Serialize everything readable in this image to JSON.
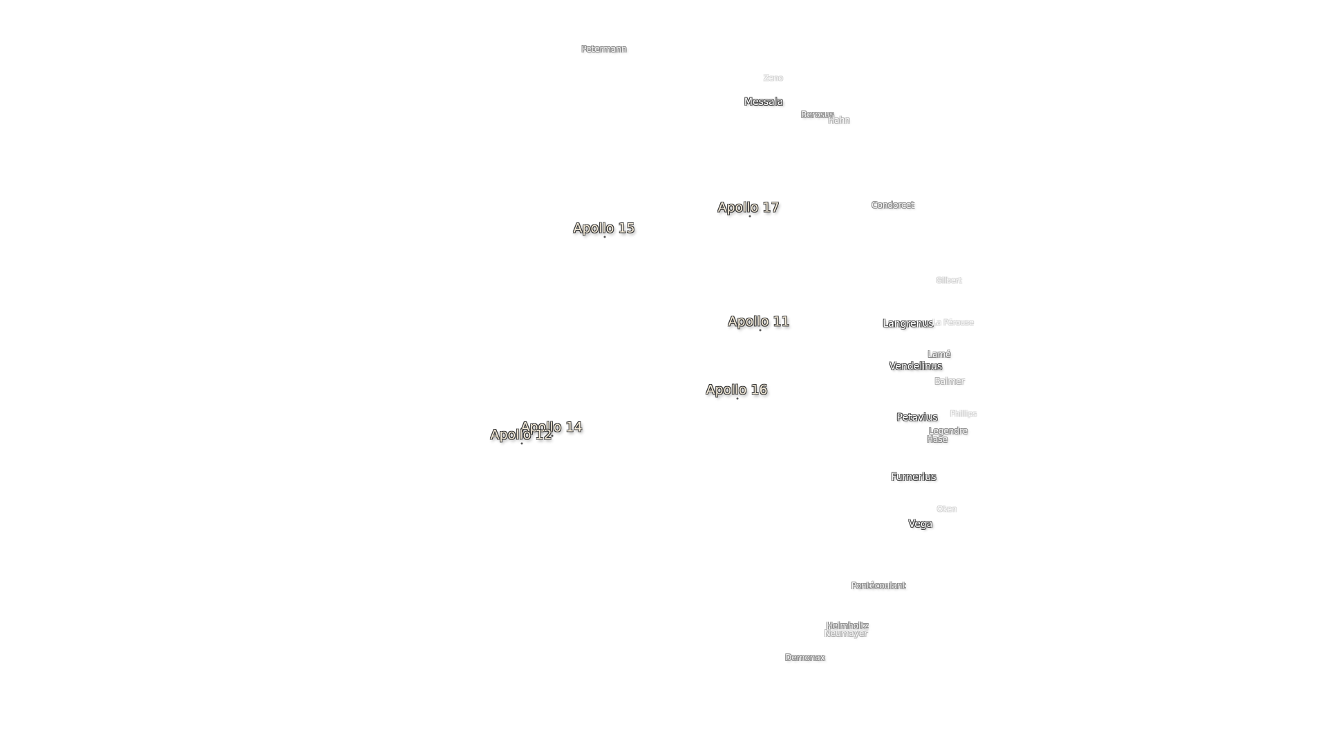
{
  "sites": [
    {
      "key": "apollo-17",
      "name": "Apollo 17"
    },
    {
      "key": "apollo-15",
      "name": "Apollo 15"
    },
    {
      "key": "apollo-11",
      "name": "Apollo 11"
    },
    {
      "key": "apollo-16",
      "name": "Apollo 16"
    },
    {
      "key": "apollo-14",
      "name": "Apollo 14"
    },
    {
      "key": "apollo-12",
      "name": "Apollo 12"
    }
  ],
  "craters": [
    {
      "key": "petermann",
      "name": "Petermann"
    },
    {
      "key": "zeno",
      "name": "Zeno"
    },
    {
      "key": "messala",
      "name": "Messala"
    },
    {
      "key": "berosus",
      "name": "Berosus"
    },
    {
      "key": "hahn",
      "name": "Hahn"
    },
    {
      "key": "condorcet",
      "name": "Condorcet"
    },
    {
      "key": "gilbert",
      "name": "Gilbert"
    },
    {
      "key": "langrenus",
      "name": "Langrenus"
    },
    {
      "key": "la-perouse",
      "name": "La Pérouse"
    },
    {
      "key": "lame",
      "name": "Lamé"
    },
    {
      "key": "vendelinus",
      "name": "Vendelinus"
    },
    {
      "key": "balmer",
      "name": "Balmer"
    },
    {
      "key": "petavius",
      "name": "Petavius"
    },
    {
      "key": "phillips",
      "name": "Phillips"
    },
    {
      "key": "legendre",
      "name": "Legendre"
    },
    {
      "key": "hase",
      "name": "Hase"
    },
    {
      "key": "furnerius",
      "name": "Furnerius"
    },
    {
      "key": "oken",
      "name": "Oken"
    },
    {
      "key": "vega",
      "name": "Vega"
    },
    {
      "key": "pontecoulant",
      "name": "Pontécoulant"
    },
    {
      "key": "helmholtz",
      "name": "Helmholtz"
    },
    {
      "key": "neumayer",
      "name": "Neumayer"
    },
    {
      "key": "demonax",
      "name": "Demonax"
    }
  ]
}
